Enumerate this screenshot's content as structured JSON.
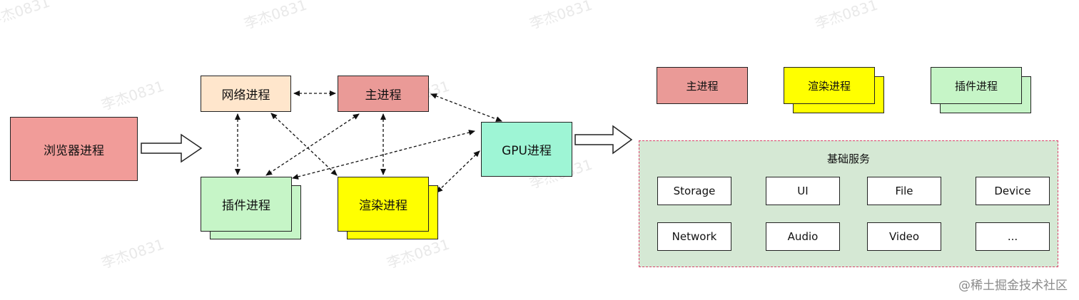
{
  "watermark_text": "李杰0831",
  "left_diagram": {
    "browser_process": "浏览器进程",
    "network_process": "网络进程",
    "main_process": "主进程",
    "gpu_process": "GPU进程",
    "plugin_process": "插件进程",
    "render_process": "渲染进程"
  },
  "right_diagram": {
    "legend": {
      "main": "主进程",
      "render": "渲染进程",
      "plugin": "插件进程"
    },
    "services_title": "基础服务",
    "services": [
      "Storage",
      "UI",
      "File",
      "Device",
      "Network",
      "Audio",
      "Video",
      "..."
    ]
  },
  "credit": "@稀土掘金技术社区",
  "colors": {
    "browser": "#f19c99",
    "network": "#ffe6cc",
    "main": "#ea9a97",
    "gpu": "#9ef5d5",
    "plugin": "#c6f5c7",
    "render": "#ffff00",
    "services_bg": "#d5e8d4",
    "services_border": "#d9436a"
  }
}
